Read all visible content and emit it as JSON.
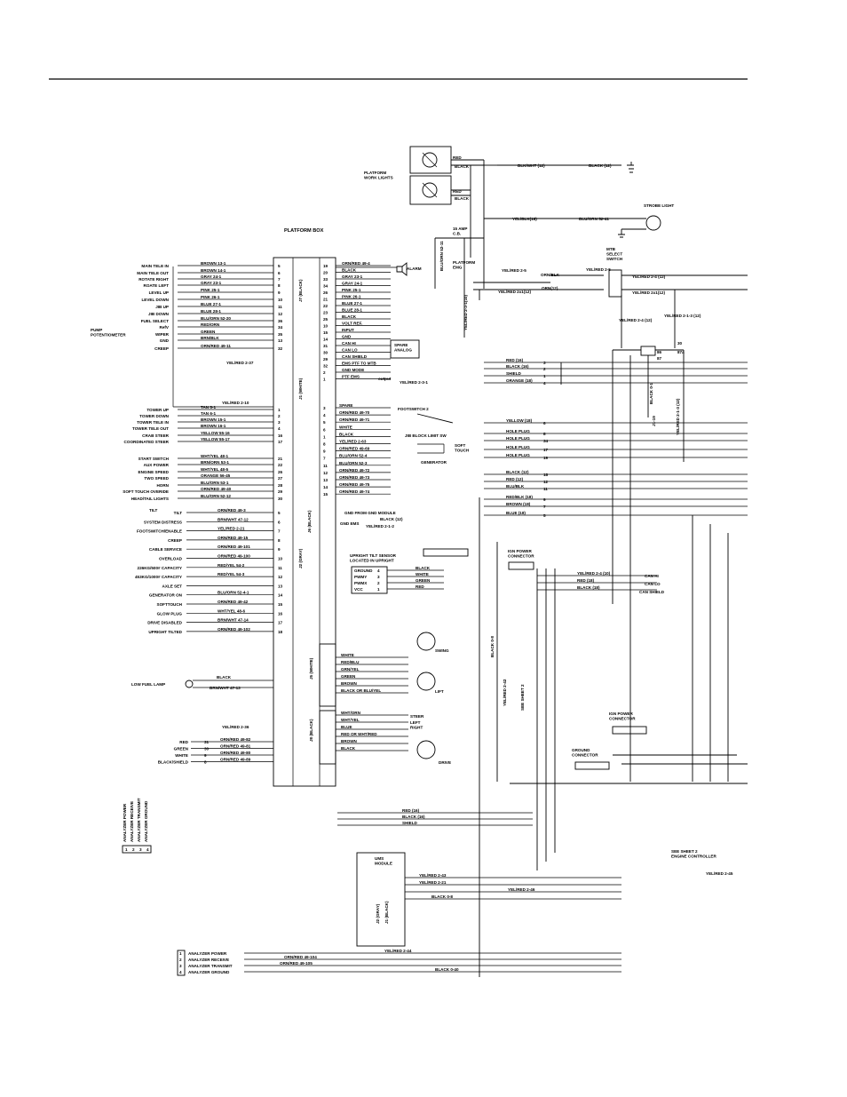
{
  "headings": {
    "platform_box": "PLATFORM BOX",
    "work_lights": "PLATFORM\nWORK LIGHTS",
    "strobe": "STROBE LIGHT",
    "mtb_switch": "MTB\nSELECT\nSWITCH",
    "fuse": "15 AMP\nC.B.",
    "platform_emg": "PLATFORM\nEMG",
    "alarm": "ALARM",
    "spare_analog": "SPARE\nANALOG",
    "footswitch2": "FOOTSWITCH 2",
    "limit_sw": "JIB BLOCK LIMIT SW",
    "soft_touch": "SOFT\nTOUCH",
    "generator": "GENERATOR",
    "tilt_sensor": "UPRIGHT TILT SENSOR\nLOCATED IN UPRIGHT",
    "ign_conn1": "IGN POWER\nCONNECTOR",
    "ign_conn2": "IGN POWER\nCONNECTOR",
    "gnd_conn": "GROUND\nCONNECTOR",
    "swing": "SWING",
    "lift": "LIFT",
    "steer": "STEER",
    "left_right": "LEFT\nRIGHT",
    "drive": "DRIVE",
    "low_fuel": "LOW FUEL LAMP",
    "see_sheet2a": "SEE SHEET 2",
    "see_sheet2b": "SEE SHEET 2\nENGINE CONTROLLER",
    "ums": "UMS\nMODULE",
    "tilt": "TILT",
    "pump_pot": "PUMP\nPOTENTIOMETER"
  },
  "connectors": {
    "j1": "J1 (WHITE)",
    "j7": "J7 (BLACK)",
    "j6": "J6 (BLACK)",
    "j2": "J2 (GRAY)",
    "j5": "J5 (WHITE)",
    "j8": "J8 (BLACK)",
    "ums_j2": "J2 (GRAY)",
    "ums_j1": "J1 (BLACK)"
  },
  "left_functions": [
    {
      "label": "MAIN TELE IN",
      "wire": "BROWN 13-1",
      "pin": "5"
    },
    {
      "label": "MAIN TELE OUT",
      "wire": "BROWN 14-1",
      "pin": "6"
    },
    {
      "label": "ROTATE RIGHT",
      "wire": "GRAY 24-1",
      "pin": "7"
    },
    {
      "label": "ROATE LEFT",
      "wire": "GRAY 23-1",
      "pin": "8"
    },
    {
      "label": "LEVEL UP",
      "wire": "PINK 25-1",
      "pin": "9"
    },
    {
      "label": "LEVEL DOWN",
      "wire": "PINK 26-1",
      "pin": "10"
    },
    {
      "label": "JIB UP",
      "wire": "BLUE 27-1",
      "pin": "11"
    },
    {
      "label": "JIB DOWN",
      "wire": "BLUE 28-1",
      "pin": "12"
    },
    {
      "label": "FUEL SELECT",
      "wire": "BLU/ORN 52-20",
      "pin": "36"
    },
    {
      "label": "RefV",
      "wire": "RED/ORN",
      "pin": "34"
    },
    {
      "label": "WIPER",
      "wire": "GREEN",
      "pin": "35"
    },
    {
      "label": "GND",
      "wire": "BRN/BLK",
      "pin": "13"
    },
    {
      "label": "CREEP",
      "wire": "ORN/RED 49-11",
      "pin": "32"
    },
    {
      "label": "TOWER UP",
      "wire": "TAN 5-1",
      "pin": "1"
    },
    {
      "label": "TOWER DOWN",
      "wire": "TAN 6-1",
      "pin": "2"
    },
    {
      "label": "TOWER TELE IN",
      "wire": "BROWN 15-1",
      "pin": "3"
    },
    {
      "label": "TOWER TELE OUT",
      "wire": "BROWN 16-1",
      "pin": "4"
    },
    {
      "label": "CRAB STEER",
      "wire": "YELLOW 55-16",
      "pin": "16"
    },
    {
      "label": "COORDINATED STEER",
      "wire": "YELLOW 55-17",
      "pin": "17"
    },
    {
      "label": "START SWITCH",
      "wire": "WHT/YEL 48-1",
      "pin": "21"
    },
    {
      "label": "AUX POWER",
      "wire": "BRN/ORN 53-1",
      "pin": "22"
    },
    {
      "label": "ENGINE SPEED",
      "wire": "WHT/YEL 48-5",
      "pin": "26"
    },
    {
      "label": "TWO SPEED",
      "wire": "ORANGE 56-45",
      "pin": "27"
    },
    {
      "label": "HORN",
      "wire": "BLU/ORN 53-1",
      "pin": "28"
    },
    {
      "label": "SOFT TOUCH OVERIDE",
      "wire": "ORN/RED 49-40",
      "pin": "29"
    },
    {
      "label": "HEAD/TAIL LIGHTS",
      "wire": "BLU/ORN 52-12",
      "pin": "30"
    }
  ],
  "j2_functions": [
    {
      "label": "TILT",
      "wire": "ORN/RED 49-3",
      "pin": "5"
    },
    {
      "label": "SYSTEM DISTRESS",
      "wire": "BRN/WHT 47-12",
      "pin": "6"
    },
    {
      "label": "FOOTSWITCH/ENABLE",
      "wire": "YEL/RED 2-21",
      "pin": "7"
    },
    {
      "label": "CREEP",
      "wire": "ORN/RED 49-15",
      "pin": "8"
    },
    {
      "label": "CABLE SERVICE",
      "wire": "ORN/RED 49-101",
      "pin": "9"
    },
    {
      "label": "OVERLOAD",
      "wire": "ORN/RED 49-100",
      "pin": "10"
    },
    {
      "label": "226KG/500# CAPACITY",
      "wire": "RED/YEL 54-2",
      "pin": "11"
    },
    {
      "label": "453KG/1000# CAPACITY",
      "wire": "RED/YEL 54-3",
      "pin": "12"
    },
    {
      "label": "AXLE SET",
      "wire": "",
      "pin": "13"
    },
    {
      "label": "GENERATOR ON",
      "wire": "BLU/ORN 52-4-1",
      "pin": "14"
    },
    {
      "label": "SOFTTOUCH",
      "wire": "ORN/RED 49-42",
      "pin": "15"
    },
    {
      "label": "GLOW PLUG",
      "wire": "WHT/YEL 48-6",
      "pin": "16"
    },
    {
      "label": "DRIVE DISABLED",
      "wire": "BRN/WHT 47-14",
      "pin": "17"
    },
    {
      "label": "UPRIGHT TILTED",
      "wire": "ORN/RED 49-102",
      "pin": "18"
    }
  ],
  "j7_pins": [
    {
      "wire": "ORN/RED 49-4",
      "pin": "19"
    },
    {
      "wire": "BLACK",
      "pin": "20"
    },
    {
      "wire": "GRAY 23-1",
      "pin": "33"
    },
    {
      "wire": "GRAY 24-1",
      "pin": "34"
    },
    {
      "wire": "PINK 25-1",
      "pin": "26"
    },
    {
      "wire": "PINK 26-1",
      "pin": "21"
    },
    {
      "wire": "BLUE 27-1",
      "pin": "22"
    },
    {
      "wire": "BLUE 28-1",
      "pin": "23"
    },
    {
      "wire": "BLACK",
      "pin": "25"
    },
    {
      "wire": "VOLT REF.",
      "pin": "10"
    },
    {
      "wire": "INPUT",
      "pin": "15"
    },
    {
      "wire": "GND",
      "pin": "14"
    },
    {
      "wire": "CAN HI",
      "pin": "31"
    },
    {
      "wire": "CAN LO",
      "pin": "30"
    },
    {
      "wire": "CAN SHIELD",
      "pin": "29"
    },
    {
      "wire": "EMS PTF TO MTB",
      "pin": "32"
    },
    {
      "wire": "GND MODE",
      "pin": "2"
    },
    {
      "wire": "PTF EMS",
      "pin": "1"
    }
  ],
  "j6_pins": [
    {
      "wire": "SPARE",
      "pin": "3"
    },
    {
      "wire": "ORN/RED 49-70",
      "pin": "4"
    },
    {
      "wire": "ORN/RED 49-71",
      "pin": "5"
    },
    {
      "wire": "WHITE",
      "pin": "6"
    },
    {
      "wire": "BLACK",
      "pin": "1"
    },
    {
      "wire": "YEL/RED 2-63",
      "pin": "8"
    },
    {
      "wire": "ORN/RED 49-69",
      "pin": "9"
    },
    {
      "wire": "BLU/ORN 52-4",
      "pin": "7"
    },
    {
      "wire": "BLU/ORN 52-3",
      "pin": "11"
    },
    {
      "wire": "ORN/RED 49-72",
      "pin": "12"
    },
    {
      "wire": "ORN/RED 49-73",
      "pin": "13"
    },
    {
      "wire": "ORN/RED 49-75",
      "pin": "14"
    },
    {
      "wire": "ORN/RED 49-74",
      "pin": "15"
    }
  ],
  "right_cables": [
    {
      "label": "RED (16)",
      "pin": "3"
    },
    {
      "label": "BLACK (16)",
      "pin": "2"
    },
    {
      "label": "SHIELD",
      "pin": "1"
    },
    {
      "label": "ORANGE (18)",
      "pin": "4"
    },
    {
      "label": "YELLOW (18)",
      "pin": "6"
    },
    {
      "label": "HOLE PLUG",
      "pin": "8"
    },
    {
      "label": "HOLE PLUG",
      "pin": "34"
    },
    {
      "label": "HOLE PLUG",
      "pin": "17"
    },
    {
      "label": "HOLE PLUG",
      "pin": "19"
    },
    {
      "label": "BLACK (12)",
      "pin": "18"
    },
    {
      "label": "RED (12)",
      "pin": "12"
    },
    {
      "label": "BLU/BLK",
      "pin": "11"
    },
    {
      "label": "RED/BLK (18)",
      "pin": "9"
    },
    {
      "label": "BROWN (18)",
      "pin": "7"
    },
    {
      "label": "BLUE (18)",
      "pin": "5"
    }
  ],
  "top_wires": {
    "red": "RED",
    "black": "BLACK",
    "blk_wht": "BLK/WHT (12)",
    "black12": "BLACK (12)",
    "yel_blk": "YEL/BLK(18)",
    "blu_orn": "BLU/ORN 52-41",
    "yel_red_25": "YEL/RED 2-5",
    "orn_blk": "ORN/BLK",
    "orn12": "ORN(12)",
    "yel_red_24": "YEL/RED 2-4 (12)",
    "yel_red_2x1": "YEL/RED 2x1(12)",
    "yel_red_212": "YEL/RED 2-1-3 (12)"
  },
  "tilt_sensor_pins": [
    {
      "label": "GROUND",
      "pin": "4",
      "wire": "BLACK"
    },
    {
      "label": "PWMY",
      "pin": "3",
      "wire": "WHITE"
    },
    {
      "label": "PWMX",
      "pin": "2",
      "wire": "GREEN"
    },
    {
      "label": "VCC",
      "pin": "1",
      "wire": "RED"
    }
  ],
  "ign_wires": [
    {
      "label": "YEL/RED 2-4 (10)"
    },
    {
      "label": "RED (18)"
    },
    {
      "label": "BLACK (18)"
    }
  ],
  "can_labels": [
    "CAN HI",
    "CAN LO",
    "CAN SHIELD"
  ],
  "j5_wires": [
    "WHITE",
    "RED/BLU",
    "GRN/YEL",
    "GREEN",
    "BROWN",
    "BLACK OR BLU/YEL"
  ],
  "j8_wires": [
    "WHT/ORN",
    "WHT/YEL",
    "BLUE",
    "RED OR WHT/RED",
    "BROWN",
    "BLACK"
  ],
  "analyzer_top": [
    {
      "wire": "RED",
      "pin": "31",
      "label": "ORN/RED 49-82"
    },
    {
      "wire": "GREEN",
      "pin": "30",
      "label": "ORN/RED 49-81"
    },
    {
      "wire": "WHITE",
      "pin": "9",
      "label": "ORN/RED 49-80"
    },
    {
      "wire": "BLACK/SHIELD",
      "pin": "8",
      "label": "ORN/RED 49-89"
    }
  ],
  "analyzer_vertical": [
    "ANALYZER POWER",
    "ANALYZER RECEIVE",
    "ANALYZER TRANSMIT",
    "ANALYZER GROUND"
  ],
  "analyzer_bottom": [
    {
      "num": "1",
      "label": "ANALYZER POWER",
      "wire": "YEL/RED 2-44"
    },
    {
      "num": "2",
      "label": "ANALYZER RECEIVE",
      "wire": "ORN/RED 49-104"
    },
    {
      "num": "3",
      "label": "ANALYZER TRANSMIT",
      "wire": "ORN/RED 49-105"
    },
    {
      "num": "4",
      "label": "ANALYZER GROUND",
      "wire": "BLACK 0-40"
    }
  ],
  "abc_wires": [
    "RED (16)",
    "BLACK (16)",
    "SHIELD"
  ],
  "ums_wires": [
    "YEL/RED 2-43",
    "YEL/RED 2-21",
    "YEL/RED 2-46",
    "BLACK 0-8"
  ],
  "misc": {
    "yel_red_237": "YEL/RED 2-37",
    "yel_red_210": "YEL/RED 2-10",
    "yel_red_236": "YEL/RED 2-36",
    "yel_red_2x": "YEL/RED 2-3-1",
    "yel_red_245": "YEL/RED 2-45",
    "yel_red_242": "YEL/RED 2-42",
    "gnd_from_gnd": "GND FROM GND MODULE",
    "gnd_ems": "GND EMS",
    "black_08": "BLACK 0-8",
    "black_61": "BLACK 0-1",
    "j119": "J1-19",
    "brn_wht": "BRN/WHT 47-13",
    "output": "output",
    "yel_red_2x1": "YEL/RED 2-3-1(10)",
    "blu_orn_511": "BLU/ORN 52-11",
    "k86": "86",
    "k87": "87",
    "k30": "30",
    "k87a": "87a",
    "black_12": "BLACK (12)",
    "yel_red_212": "YEL/RED 2-1-2"
  }
}
